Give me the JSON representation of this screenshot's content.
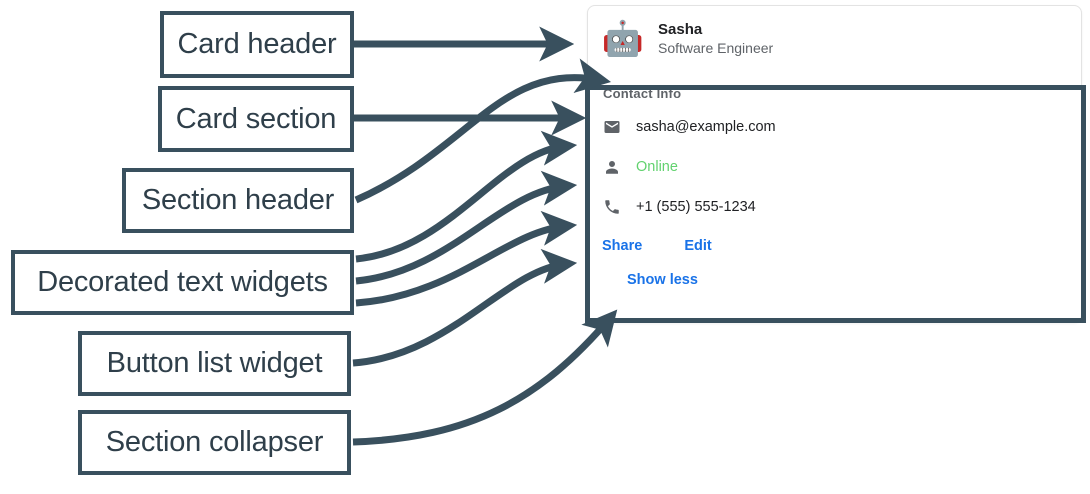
{
  "annotations": [
    {
      "id": "card-header",
      "label": "Card header"
    },
    {
      "id": "card-section",
      "label": "Card section"
    },
    {
      "id": "section-header",
      "label": "Section header"
    },
    {
      "id": "decorated-text-widgets",
      "label": "Decorated text widgets"
    },
    {
      "id": "button-list-widget",
      "label": "Button list widget"
    },
    {
      "id": "section-collapser",
      "label": "Section collapser"
    }
  ],
  "card": {
    "header": {
      "avatar_icon": "robot-icon",
      "avatar_glyph": "🤖",
      "title": "Sasha",
      "subtitle": "Software Engineer"
    },
    "section": {
      "header": "Contact Info",
      "rows": [
        {
          "icon": "email-icon",
          "text": "sasha@example.com",
          "color": "#202124"
        },
        {
          "icon": "person-icon",
          "text": "Online",
          "color": "#62d26f"
        },
        {
          "icon": "phone-icon",
          "text": "+1 (555) 555-1234",
          "color": "#202124"
        }
      ],
      "buttons": [
        {
          "label": "Share"
        },
        {
          "label": "Edit"
        }
      ],
      "collapser": {
        "label": "Show less"
      }
    }
  },
  "colors": {
    "annotation_stroke": "#39505e",
    "link_blue": "#1a73e8",
    "status_green": "#62d26f",
    "muted_gray": "#5f6368",
    "text_dark": "#202124"
  }
}
